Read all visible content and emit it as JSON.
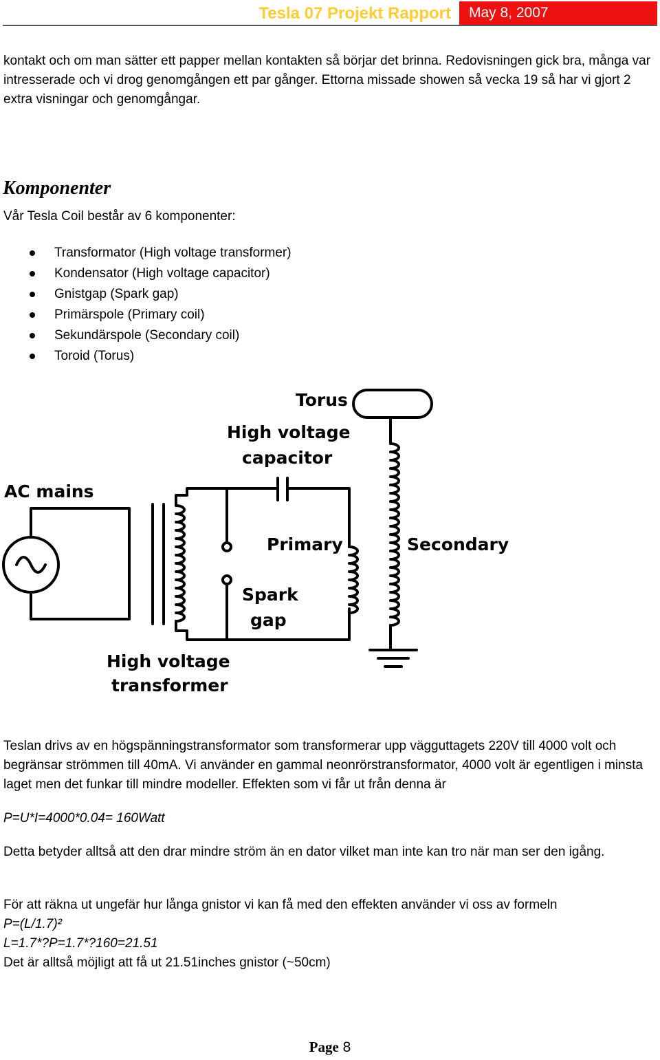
{
  "header": {
    "title": "Tesla 07 Projekt Rapport",
    "date": "May 8, 2007"
  },
  "intro_text": "kontakt och om man sätter ett papper mellan kontakten så börjar det brinna. Redovisningen gick bra, många var intresserade och vi drog genomgången ett par gånger. Ettorna missade showen så vecka 19 så har vi gjort 2 extra visningar och genomgångar.",
  "section": {
    "heading": "Komponenter",
    "lead": "Vår Tesla Coil består av 6 komponenter:",
    "items": [
      "Transformator (High voltage transformer)",
      "Kondensator (High voltage capacitor)",
      "Gnistgap (Spark gap)",
      "Primärspole (Primary coil)",
      "Sekundärspole (Secondary coil)",
      "Toroid (Torus)"
    ]
  },
  "diagram": {
    "labels": {
      "torus": "Torus",
      "capacitor_1": "High voltage",
      "capacitor_2": "capacitor",
      "ac_mains": "AC mains",
      "primary": "Primary",
      "secondary": "Secondary",
      "spark_1": "Spark",
      "spark_2": "gap",
      "transformer_1": "High voltage",
      "transformer_2": "transformer"
    }
  },
  "body": {
    "p1": "Teslan drivs av en högspänningstransformator som transformerar upp vägguttagets 220V till 4000 volt och begränsar strömmen till 40mA. Vi använder en gammal neonrörstransformator, 4000 volt är egentligen i minsta laget men det funkar till mindre modeller. Effekten som vi får ut från denna är",
    "formula_power": "P=U*I=4000*0.04= 160Watt",
    "p2": "Detta betyder alltså att den drar mindre ström än en dator vilket man inte kan tro när man ser den igång.",
    "p3": "För att räkna ut ungefär hur långa gnistor vi kan få med den effekten använder vi oss av formeln",
    "formula_1": "P=(L/1.7)²",
    "formula_2": "L=1.7*?P=1.7*?160=21.51",
    "conclusion": "Det är alltså möjligt att få ut 21.51inches gnistor (~50cm)"
  },
  "footer": {
    "page_label": "Page",
    "page_number": "8"
  }
}
